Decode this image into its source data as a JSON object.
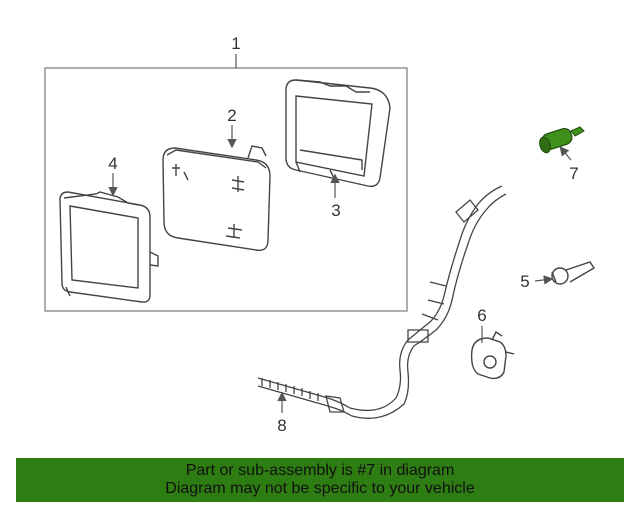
{
  "callouts": {
    "c1": "1",
    "c2": "2",
    "c3": "3",
    "c4": "4",
    "c5": "5",
    "c6": "6",
    "c7": "7",
    "c8": "8"
  },
  "highlight_color": "#3f8f1c",
  "banner": {
    "line1": "Part or sub-assembly is #7 in diagram",
    "line2": "Diagram may not be specific to your vehicle",
    "background": "#2e7d12"
  }
}
